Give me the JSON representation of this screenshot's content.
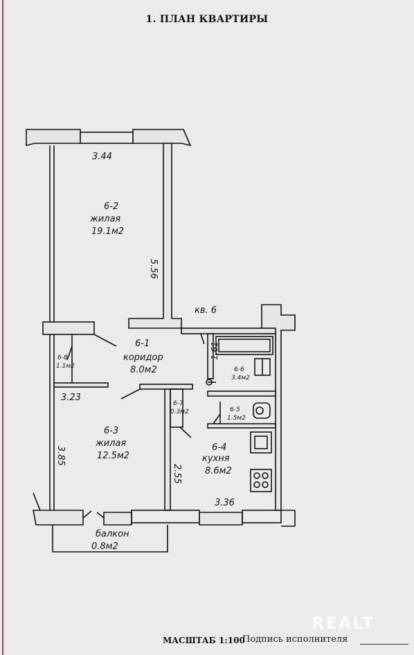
{
  "header": {
    "title": "1. ПЛАН КВАРТИРЫ"
  },
  "apartment_label": "кв. 6",
  "rooms": [
    {
      "id": "6-2",
      "name": "жилая",
      "area": "19.1м2"
    },
    {
      "id": "6-1",
      "name": "коридор",
      "area": "8.0м2"
    },
    {
      "id": "6-8",
      "area": "1.1м2"
    },
    {
      "id": "6-6",
      "area": "3.4м2"
    },
    {
      "id": "6-7",
      "area": "0.3м2"
    },
    {
      "id": "6-5",
      "area": "1.5м2"
    },
    {
      "id": "6-3",
      "name": "жилая",
      "area": "12.5м2"
    },
    {
      "id": "6-4",
      "name": "кухня",
      "area": "8.6м2"
    }
  ],
  "balcony": {
    "name": "балкон",
    "area": "0.8м2"
  },
  "dimensions": [
    "3.44",
    "5.56",
    "1.61",
    "3.23",
    "3.85",
    "2.55",
    "3.36"
  ],
  "footer": {
    "scale": "МАСШТАБ 1:100",
    "signature_label": "Подпись исполнителя"
  },
  "watermark": "REALT",
  "colors": {
    "paper": "#ebebee",
    "ink": "#111111",
    "frame": "#cf3b3b"
  }
}
